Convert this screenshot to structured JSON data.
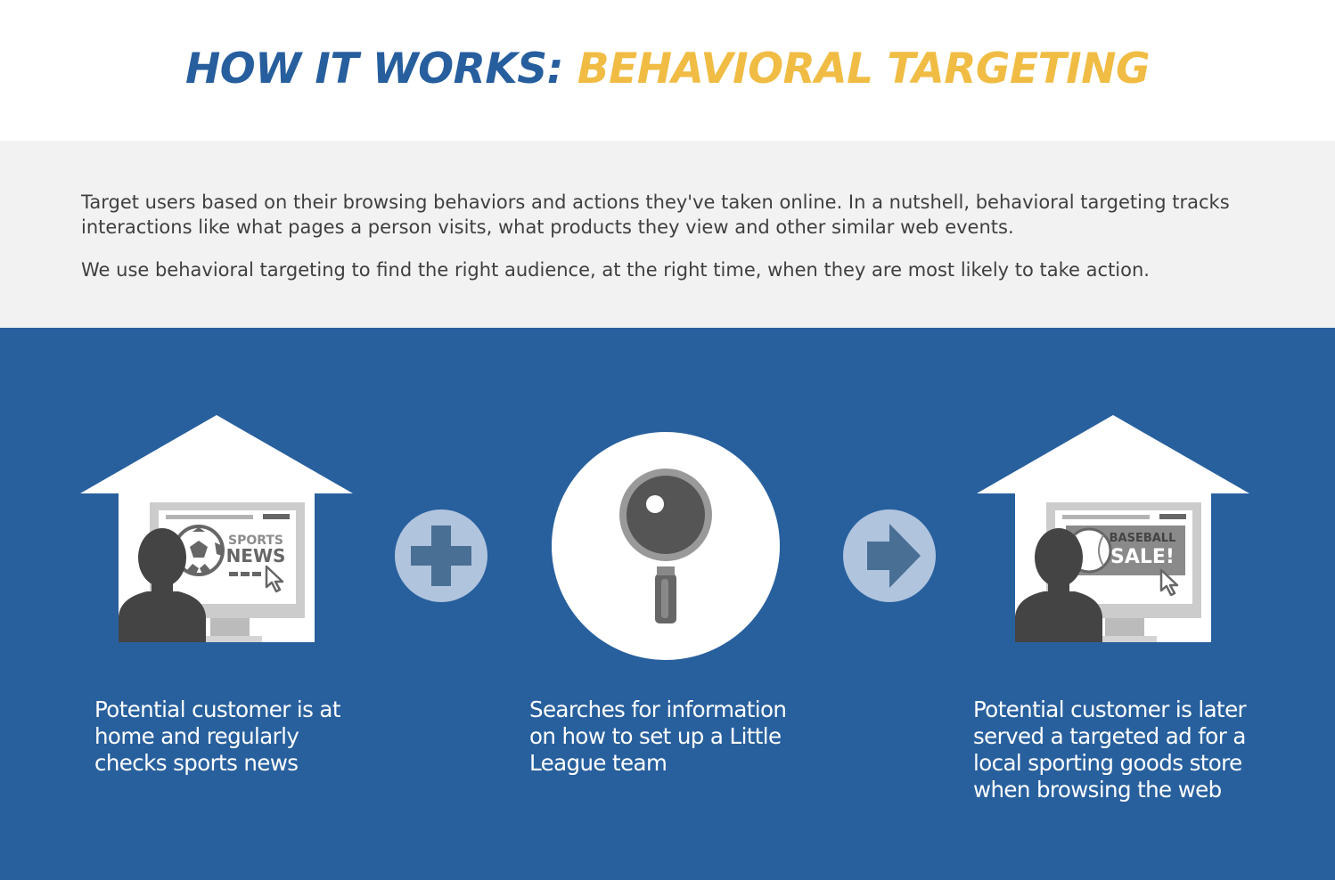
{
  "title": {
    "part1": "HOW IT WORKS:",
    "part2": "BEHAVIORAL TARGETING",
    "part1_color": "#275e9d",
    "part2_color": "#f0bc44"
  },
  "intro": {
    "paragraph1": "Target users based on their browsing behaviors and actions they've taken online. In a nutshell, behavioral targeting tracks interactions like what pages a person visits, what products they view and other similar web events.",
    "paragraph2": "We use behavioral targeting to find the right audience, at the right time, when they are most likely to take action."
  },
  "colors": {
    "main_background": "#28609e",
    "intro_background": "#f2f2f2",
    "operator_circle": "#b0c4de",
    "operator_glyph": "#4a6f95"
  },
  "steps": [
    {
      "icon": "house-monitor-icon",
      "screen_line1": "SPORTS",
      "screen_line2": "NEWS",
      "caption": "Potential customer is at home and regularly checks sports news"
    },
    {
      "icon": "magnifying-glass-icon",
      "caption": "Searches for information on how to set up a Little League team"
    },
    {
      "icon": "house-monitor-icon",
      "screen_line1": "BASEBALL",
      "screen_line2": "SALE!",
      "caption": "Potential customer is later served a targeted ad for a local sporting goods store when browsing the web"
    }
  ],
  "operators": [
    "plus-icon",
    "arrow-right-icon"
  ]
}
